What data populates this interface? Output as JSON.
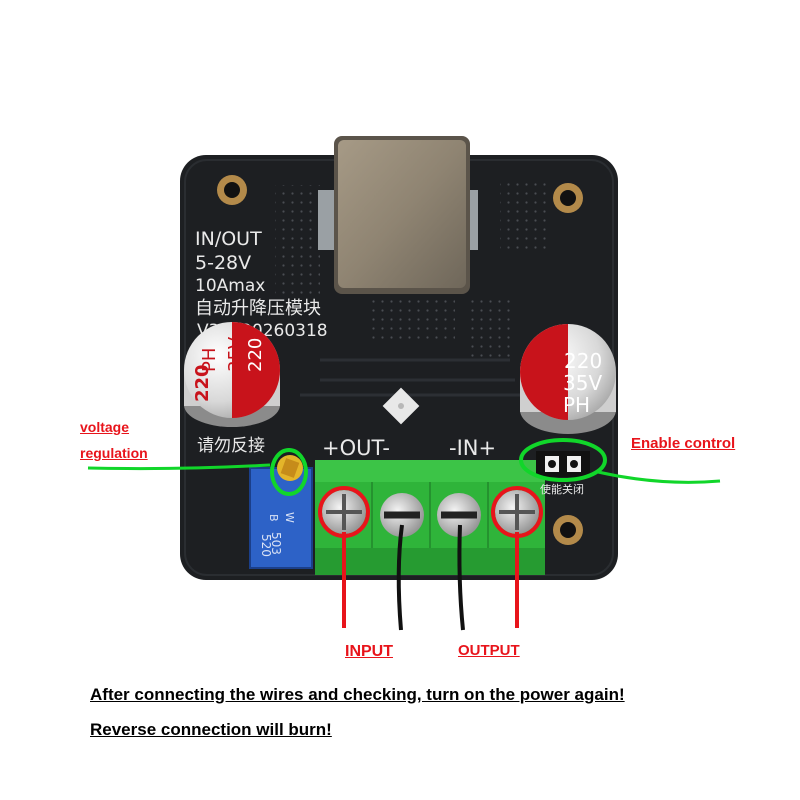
{
  "board": {
    "silkscreen": [
      "IN/OUT",
      "5-28V",
      "10Amax",
      "自动升降压模块",
      "V3.0.20260318"
    ],
    "cap_left": [
      "220",
      "35V",
      "PH"
    ],
    "cap_right": [
      "220",
      "35V",
      "PH"
    ],
    "warning_cn": "请勿反接",
    "out_label": "+OUT-",
    "in_label": "-IN+",
    "pot_text": [
      "503",
      "W",
      "B",
      "520"
    ],
    "enable_cn": "使能关闭"
  },
  "callouts": {
    "voltage_regulation": [
      "voltage",
      "regulation"
    ],
    "enable_control": "Enable control",
    "input": "INPUT",
    "output": "OUTPUT"
  },
  "warnings": [
    "After connecting the wires and checking, turn on the power again!",
    "Reverse connection will burn!"
  ],
  "colors": {
    "annotation_red": "#e8141b",
    "annotation_green": "#11d62a",
    "terminal_green": "#2fb43a",
    "pcb": "#1d1f22"
  }
}
